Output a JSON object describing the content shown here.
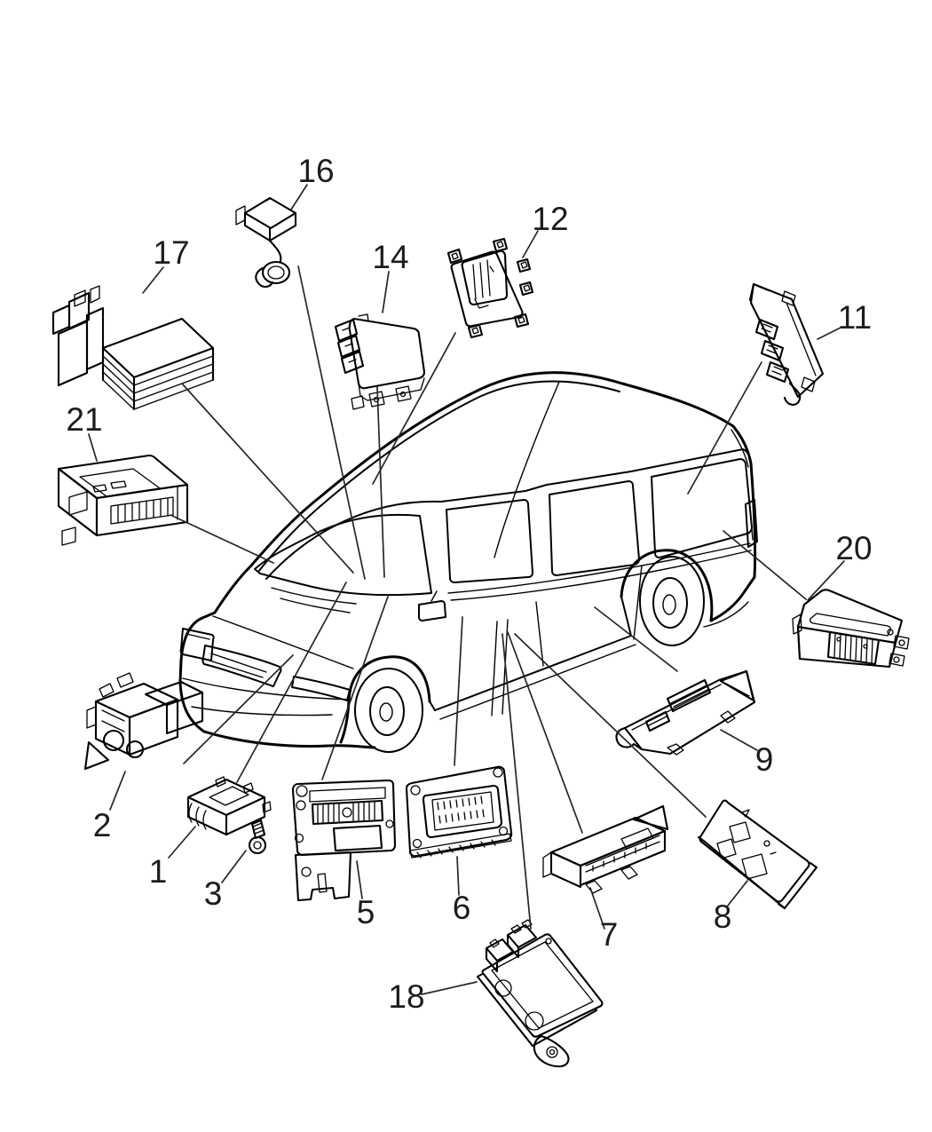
{
  "diagram": {
    "type": "exploded-parts-diagram",
    "subject": "minivan electronic control modules",
    "background_color": "#ffffff",
    "line_color": "#000000",
    "callout_color": "#1c1c1c",
    "callouts": [
      {
        "number": "1"
      },
      {
        "number": "2"
      },
      {
        "number": "3"
      },
      {
        "number": "5"
      },
      {
        "number": "6"
      },
      {
        "number": "7"
      },
      {
        "number": "8"
      },
      {
        "number": "9"
      },
      {
        "number": "11"
      },
      {
        "number": "12"
      },
      {
        "number": "14"
      },
      {
        "number": "16"
      },
      {
        "number": "17"
      },
      {
        "number": "18"
      },
      {
        "number": "20"
      },
      {
        "number": "21"
      }
    ]
  }
}
